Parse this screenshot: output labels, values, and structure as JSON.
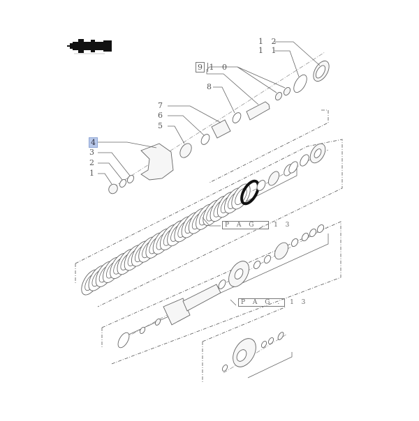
{
  "diagram": {
    "type": "exploded-parts-diagram",
    "thumbnail_caption": "",
    "callouts": [
      {
        "id": "1",
        "text": "1"
      },
      {
        "id": "2",
        "text": "2"
      },
      {
        "id": "3",
        "text": "3"
      },
      {
        "id": "4",
        "text": "4",
        "highlighted": true
      },
      {
        "id": "5",
        "text": "5"
      },
      {
        "id": "6",
        "text": "6"
      },
      {
        "id": "7",
        "text": "7"
      },
      {
        "id": "8",
        "text": "8"
      },
      {
        "id": "9",
        "text": "9"
      },
      {
        "id": "10",
        "text": "1 0"
      },
      {
        "id": "11",
        "text": "1 1"
      },
      {
        "id": "12",
        "text": "1 2"
      }
    ],
    "page_refs": [
      {
        "label": "P A G .",
        "page": "1 3"
      },
      {
        "label": "P A G .",
        "page": "1 3"
      }
    ],
    "highlight_color": "#b9c9ea"
  }
}
